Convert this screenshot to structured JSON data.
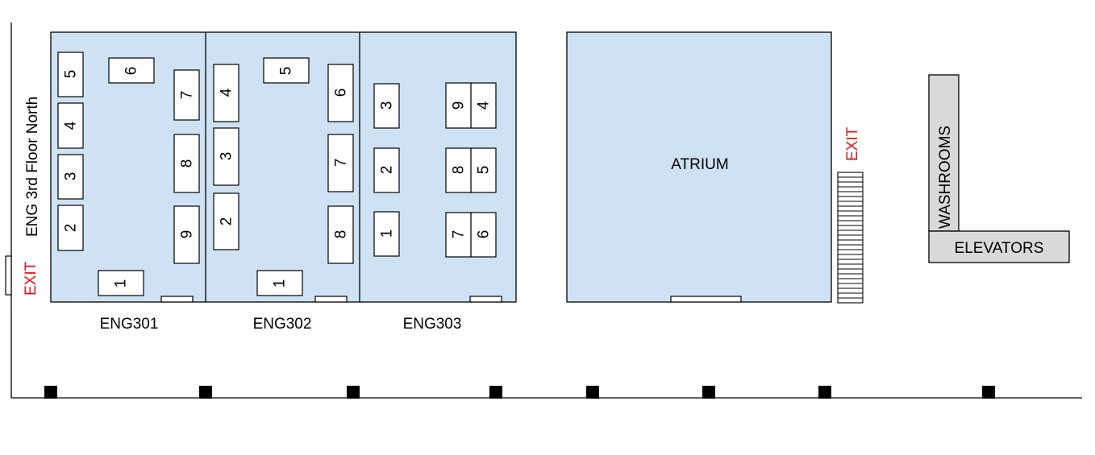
{
  "floor_title": "ENG 3rd Floor North",
  "exit_label": "EXIT",
  "rooms": [
    {
      "name": "ENG301",
      "desks": [
        "1",
        "2",
        "3",
        "4",
        "5",
        "6",
        "7",
        "8",
        "9"
      ]
    },
    {
      "name": "ENG302",
      "desks": [
        "1",
        "2",
        "3",
        "4",
        "5",
        "6",
        "7",
        "8"
      ]
    },
    {
      "name": "ENG303",
      "desks": [
        "1",
        "2",
        "3",
        "4",
        "5",
        "6",
        "7",
        "8",
        "9"
      ]
    }
  ],
  "atrium": {
    "label": "ATRIUM"
  },
  "washrooms": {
    "label": "WASHROOMS"
  },
  "elevators": {
    "label": "ELEVATORS"
  },
  "colors": {
    "room_fill": "#cfe2f3",
    "exit_text": "#e0141a",
    "service_fill": "#d9d9d9"
  }
}
